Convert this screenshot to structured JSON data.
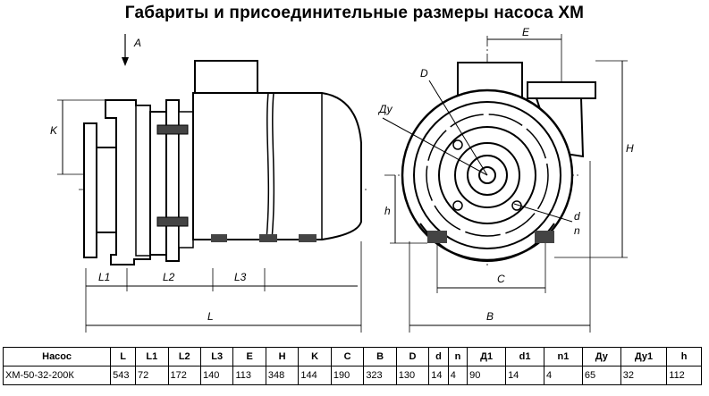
{
  "title": "Габариты и присоединительные размеры насоса ХМ",
  "labels": {
    "A": "A",
    "K": "K",
    "L1": "L1",
    "L2": "L2",
    "L3": "L3",
    "L": "L",
    "E": "E",
    "D": "D",
    "Dy": "Ду",
    "H": "H",
    "h": "h",
    "d": "d",
    "n": "n",
    "C": "C",
    "B": "B"
  },
  "table": {
    "headers": [
      "Насос",
      "L",
      "L1",
      "L2",
      "L3",
      "E",
      "H",
      "K",
      "C",
      "B",
      "D",
      "d",
      "n",
      "Д1",
      "d1",
      "n1",
      "Ду",
      "Ду1",
      "h"
    ],
    "rows": [
      [
        "ХМ-50-32-200К",
        "543",
        "72",
        "172",
        "140",
        "113",
        "348",
        "144",
        "190",
        "323",
        "130",
        "14",
        "4",
        "90",
        "14",
        "4",
        "65",
        "32",
        "112"
      ]
    ]
  }
}
